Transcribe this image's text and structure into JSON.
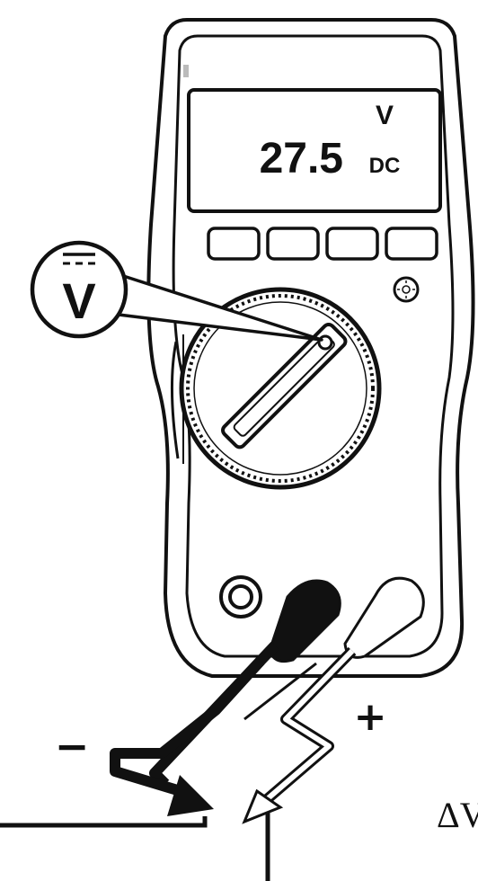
{
  "display": {
    "reading": "27.5",
    "unit": "V",
    "mode": "DC"
  },
  "dial_callout": {
    "symbol": "V"
  },
  "leads": {
    "negative_sign": "−",
    "positive_sign": "+"
  },
  "caption": {
    "text": "ΔV"
  },
  "colors": {
    "ink": "#111111",
    "background": "#ffffff"
  },
  "icons": {
    "backlight_button": "sun-icon",
    "common_jack": "jack-icon"
  }
}
